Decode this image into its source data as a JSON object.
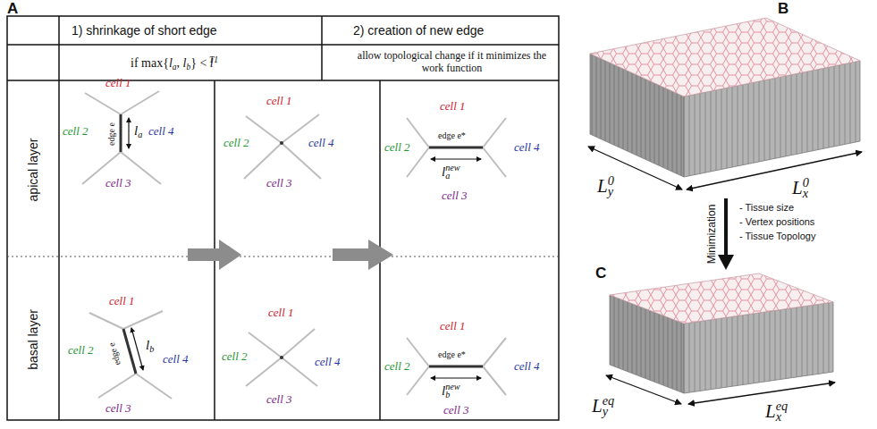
{
  "diagram": {
    "labels": [
      "A",
      "1) shrinkage of short edge",
      "2) creation of new edge",
      "if max{",
      "l",
      "a",
      ", ",
      "l",
      "b",
      "} < ",
      "l",
      "T1",
      "allow topological change if it minimizes the work function",
      "apical layer",
      "basal layer",
      "cell 1",
      "cell 2",
      "cell 4",
      "cell 3",
      "edge e",
      "l",
      "a",
      "cell 1",
      "cell 2",
      "cell 4",
      "cell 3",
      "cell 1",
      "cell 2",
      "cell 4",
      "cell 3",
      "edge e*",
      "l",
      "a",
      "new",
      "cell 1",
      "cell 2",
      "cell 4",
      "cell 3",
      "edge e",
      "l",
      "b",
      "cell 1",
      "cell 2",
      "cell 4",
      "cell 3",
      "cell 1",
      "cell 2",
      "cell 4",
      "cell 3",
      "edge e*",
      "l",
      "b",
      "new",
      "B",
      "L",
      "y",
      "0",
      "L",
      "x",
      "0",
      "Minimization",
      "- Tissue size",
      "- Vertex positions",
      "- Tissue Topology",
      "C",
      "L",
      "y",
      "eq",
      "L",
      "x",
      "eq"
    ]
  }
}
